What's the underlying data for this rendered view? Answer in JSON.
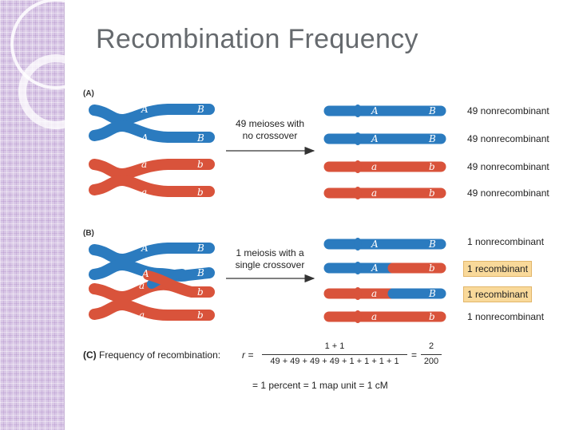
{
  "title": "Recombination Frequency",
  "colors": {
    "blue": "#2b7bbf",
    "red": "#d9533b",
    "highlight": "#f9d99a"
  },
  "panel_a": {
    "label": "(A)",
    "arrow_line1": "49 meioses with",
    "arrow_line2": "no crossover",
    "parental_letters": {
      "top1": "A",
      "top2": "B",
      "bottom1": "a",
      "bottom2": "b"
    },
    "products": [
      {
        "left": "A",
        "right": "B",
        "label": "49 nonrecombinant"
      },
      {
        "left": "A",
        "right": "B",
        "label": "49 nonrecombinant"
      },
      {
        "left": "a",
        "right": "b",
        "label": "49 nonrecombinant"
      },
      {
        "left": "a",
        "right": "b",
        "label": "49 nonrecombinant"
      }
    ]
  },
  "panel_b": {
    "label": "(B)",
    "arrow_line1": "1 meiosis with a",
    "arrow_line2": "single crossover",
    "parental_letters": {
      "top1": "A",
      "top2": "B",
      "bottom1": "a",
      "bottom2": "b"
    },
    "products": [
      {
        "left": "A",
        "right": "B",
        "label": "1 nonrecombinant"
      },
      {
        "left": "A",
        "right": "b",
        "label": "1 recombinant"
      },
      {
        "left": "a",
        "right": "B",
        "label": "1 recombinant"
      },
      {
        "left": "a",
        "right": "b",
        "label": "1 nonrecombinant"
      }
    ]
  },
  "panel_c": {
    "label": "(C)",
    "heading": "Frequency of recombination:",
    "variable": "r =",
    "numerator": "1 + 1",
    "denominator": "49 + 49 + 49 + 49 + 1 + 1 + 1 + 1",
    "equals": "=",
    "simplified_numerator": "2",
    "simplified_denominator": "200",
    "result": "= 1 percent = 1 map unit = 1 cM"
  }
}
